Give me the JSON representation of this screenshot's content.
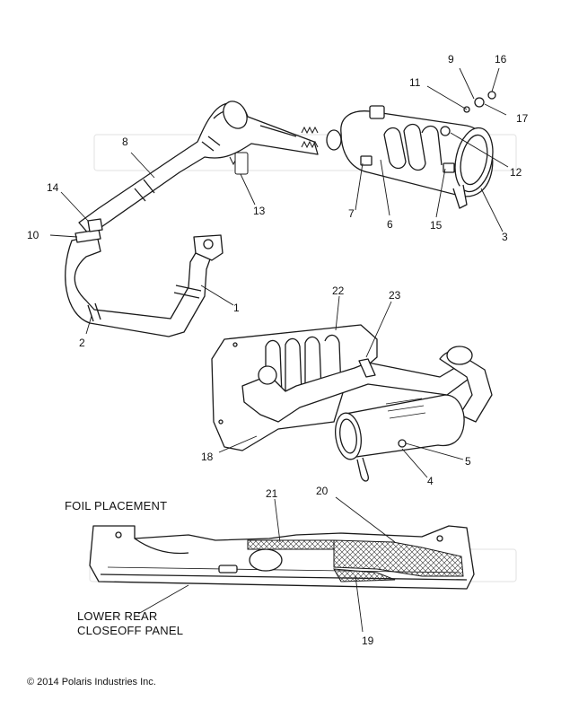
{
  "callouts": [
    "1",
    "2",
    "3",
    "4",
    "5",
    "6",
    "7",
    "8",
    "9",
    "10",
    "11",
    "12",
    "13",
    "14",
    "15",
    "16",
    "17",
    "18",
    "19",
    "20",
    "21",
    "22",
    "23"
  ],
  "captions": {
    "foil": "FOIL PLACEMENT",
    "panel_line1": "LOWER REAR",
    "panel_line2": "CLOSEOFF PANEL"
  },
  "copyright": "© 2014 Polaris Industries Inc.",
  "colors": {
    "line": "#1a1a1a",
    "fill": "#ffffff",
    "foil": "#9a9a9a"
  }
}
